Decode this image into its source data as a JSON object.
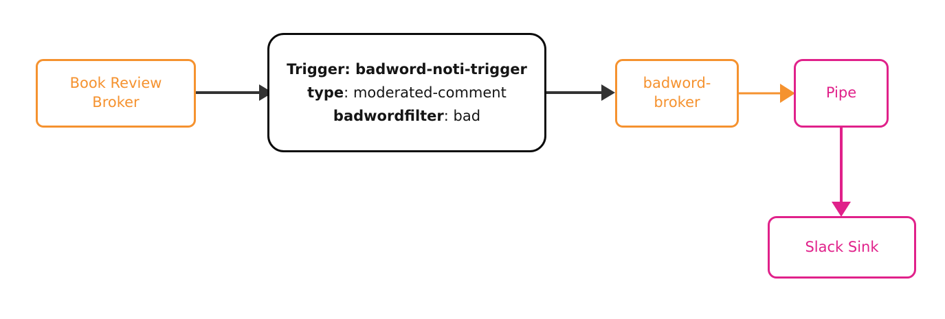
{
  "diagram": {
    "type": "flow-diagram",
    "background_color": "#ffffff",
    "palette": {
      "orange": "#f5922f",
      "pink": "#e0218a",
      "dark": "#333333",
      "black": "#0b0b0b"
    },
    "nodes": [
      {
        "id": "book-review-broker",
        "label": "Book Review\nBroker",
        "shape": "rounded-rectangle",
        "color": "#f5922f"
      },
      {
        "id": "trigger",
        "shape": "rounded-rectangle",
        "color": "#0b0b0b",
        "lines": [
          {
            "key": "Trigger:",
            "value": "badword-noti-trigger",
            "all_bold": true
          },
          {
            "key": "type",
            "separator": ": ",
            "value": "moderated-comment",
            "all_bold": false
          },
          {
            "key": "badwordfilter",
            "separator": ": ",
            "value": "bad",
            "all_bold": false
          }
        ]
      },
      {
        "id": "badword-broker",
        "label": "badword-\nbroker",
        "shape": "rounded-rectangle",
        "color": "#f5922f"
      },
      {
        "id": "pipe",
        "label": "Pipe",
        "shape": "rounded-rectangle",
        "color": "#e0218a"
      },
      {
        "id": "slack-sink",
        "label": "Slack Sink",
        "shape": "rounded-rectangle",
        "color": "#e0218a"
      }
    ],
    "edges": [
      {
        "id": "broker-to-trigger",
        "from": "book-review-broker",
        "to": "trigger",
        "color": "#333333",
        "direction": "right",
        "label": ""
      },
      {
        "id": "trigger-to-badword",
        "from": "trigger",
        "to": "badword-broker",
        "color": "#333333",
        "direction": "right",
        "label": ""
      },
      {
        "id": "badword-to-pipe",
        "from": "badword-broker",
        "to": "pipe",
        "color": "#f5922f",
        "direction": "right",
        "label": ""
      },
      {
        "id": "pipe-to-slack",
        "from": "pipe",
        "to": "slack-sink",
        "color": "#e0218a",
        "direction": "down",
        "label": ""
      }
    ]
  }
}
